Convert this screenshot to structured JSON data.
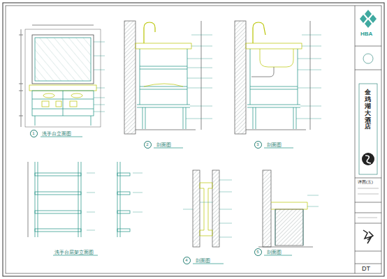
{
  "diagram": {
    "nodes": [
      {
        "text": [
          "1"
        ]
      },
      {
        "text": [
          "2"
        ]
      },
      {
        "text": [
          "3"
        ]
      },
      {
        "text": [
          "4"
        ]
      },
      {
        "text": [
          "5"
        ]
      }
    ],
    "labels": [
      "洗手台立面图",
      "剖面图",
      "剖面图",
      "洗手台层架立面图",
      "剖面图",
      "剖面图",
      "HBA",
      "金鸡湖大酒店",
      "详图(五)",
      "DT"
    ]
  }
}
